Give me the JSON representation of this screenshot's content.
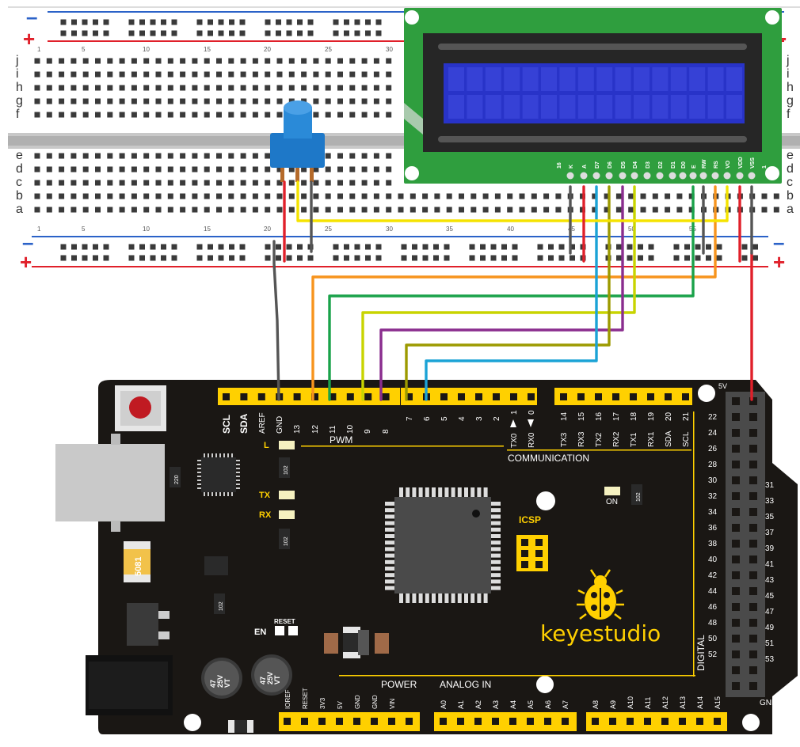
{
  "breadboard": {
    "rail_minus": "–",
    "rail_plus": "+",
    "row_letters_top": [
      "j",
      "i",
      "h",
      "g",
      "f"
    ],
    "row_letters_bottom": [
      "e",
      "d",
      "c",
      "b",
      "a"
    ],
    "column_numbers_top": [
      "1",
      "5",
      "10",
      "15",
      "20",
      "25",
      "30"
    ],
    "column_numbers_bottom": [
      "1",
      "5",
      "10",
      "15",
      "20",
      "25",
      "30",
      "35",
      "40",
      "45",
      "50",
      "55"
    ]
  },
  "lcd": {
    "pin_labels": [
      "16",
      "K",
      "A",
      "D7",
      "D6",
      "D5",
      "D4",
      "D3",
      "D2",
      "D1",
      "D0",
      "E",
      "RW",
      "RS",
      "VO",
      "VDD",
      "VSS",
      "1"
    ],
    "colors": {
      "pcb": "#2f9e3e",
      "bezel": "#2a2a2a",
      "screen": "#2833c8"
    }
  },
  "board": {
    "brand": "keyestudio",
    "header_top_left": [
      "SCL",
      "SDA",
      "AREF",
      "GND",
      "13",
      "12",
      "11",
      "10",
      "9",
      "8"
    ],
    "header_top_mid": [
      "7",
      "6",
      "5",
      "4",
      "3",
      "2"
    ],
    "tx0_label": "TX0",
    "tx0_pin": "1",
    "rx0_label": "RX0",
    "rx0_pin": "0",
    "header_top_right": [
      "14",
      "15",
      "16",
      "17",
      "18",
      "19",
      "20",
      "21"
    ],
    "comm_labels": [
      "TX3",
      "RX3",
      "TX2",
      "RX2",
      "TX1",
      "RX1",
      "SDA",
      "SCL"
    ],
    "pwm_label": "PWM",
    "communication_label": "COMMUNICATION",
    "led_L": "L",
    "led_TX": "TX",
    "led_RX": "RX",
    "led_ON": "ON",
    "icsp_label": "ICSP",
    "en_label": "EN",
    "reset_label": "RESET",
    "resistor_codes": [
      "220",
      "102",
      "102",
      "102",
      "102"
    ],
    "crystal_label": "5081",
    "cap_label": [
      "47",
      "25V",
      "VT"
    ],
    "power_label": "POWER",
    "power_pins": [
      "IOREF",
      "RESET",
      "3V3",
      "5V",
      "GND",
      "GND",
      "VIN"
    ],
    "analog_label": "ANALOG IN",
    "analog_pins_a": [
      "A0",
      "A1",
      "A2",
      "A3",
      "A4",
      "A5",
      "A6",
      "A7"
    ],
    "analog_pins_b": [
      "A8",
      "A9",
      "A10",
      "A11",
      "A12",
      "A13",
      "A14",
      "A15"
    ],
    "digital_label": "DIGITAL",
    "digital_left": [
      "22",
      "24",
      "26",
      "28",
      "30",
      "32",
      "34",
      "36",
      "38",
      "40",
      "42",
      "44",
      "46",
      "48",
      "50",
      "52"
    ],
    "digital_right": [
      "31",
      "33",
      "35",
      "37",
      "39",
      "41",
      "43",
      "45",
      "47",
      "49",
      "51",
      "53"
    ],
    "label_5v": "5V",
    "label_gnd": "GND",
    "colors": {
      "board": "#1a1714",
      "header": "#ffd000",
      "text": "#ffffff"
    }
  },
  "wire_colors": {
    "gnd": "#555555",
    "rs": "#f7941d",
    "e": "#1aa24a",
    "d4": "#c8d400",
    "d5": "#8a2d8e",
    "d6": "#9c9a00",
    "d7": "#1ba3d6",
    "vcc": "#e0202a",
    "yellow": "#f5e300"
  }
}
